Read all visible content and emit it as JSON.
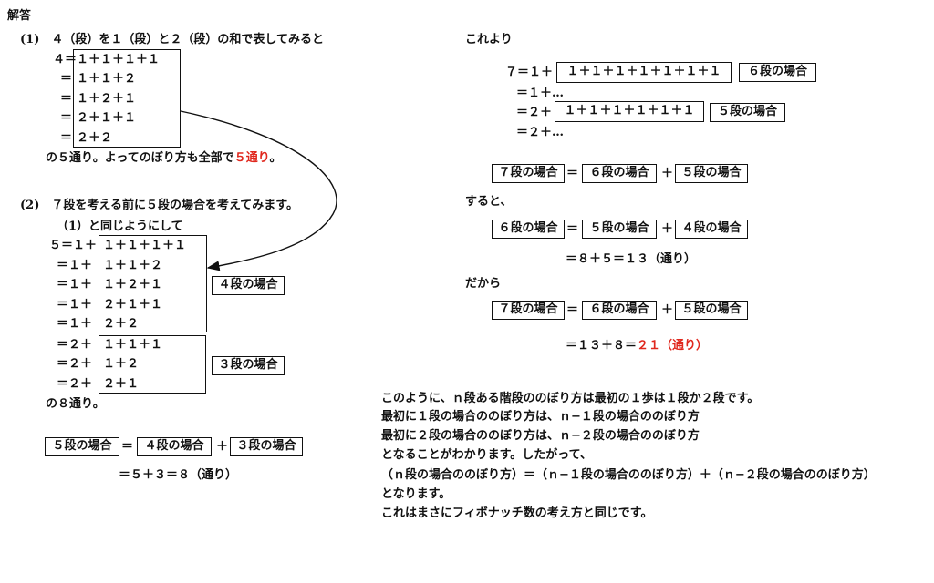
{
  "heading": "解答",
  "part1": {
    "title": "(1)　４（段）を１（段）と２（段）の和で表してみると",
    "lead": "４＝",
    "eq": "＝",
    "rows": [
      "１＋１＋１＋１",
      "１＋１＋２",
      "１＋２＋１",
      "２＋１＋１",
      "２＋２"
    ],
    "result_prefix": "の５通り。よってのぼり方も全部で",
    "result_red": "５通り",
    "result_suffix": "。"
  },
  "part2": {
    "title": "(2)　７段を考える前に５段の場合を考えてみます。",
    "subtitle": "（1）と同じようにして",
    "lead": "５＝１＋",
    "mid1": "＝１＋",
    "mid2": "＝２＋",
    "rows_a": [
      "１＋１＋１＋１",
      "１＋１＋２",
      "１＋２＋１",
      "２＋１＋１",
      "２＋２"
    ],
    "rows_b": [
      "１＋１＋１",
      "１＋２",
      "２＋１"
    ],
    "label_a": "４段の場合",
    "label_b": "３段の場合",
    "count": "の８通り。",
    "sum_left": "５段の場合",
    "sum_eq": "＝",
    "sum_mid": "４段の場合",
    "sum_plus": "＋",
    "sum_right": "３段の場合",
    "sum_result": "＝５＋３＝８（通り）"
  },
  "right": {
    "intro": "これより",
    "line1_lead": "７＝１＋",
    "line1_box": "１＋１＋１＋１＋１＋１＋１",
    "line1_label": "６段の場合",
    "line2": "＝１＋…",
    "line3_lead": "＝２＋",
    "line3_box": "１＋１＋１＋１＋１＋１",
    "line3_label": "５段の場合",
    "line4": "＝２＋…",
    "eq1": [
      "７段の場合",
      "＝",
      "６段の場合",
      "＋",
      "５段の場合"
    ],
    "then": "すると、",
    "eq2": [
      "６段の場合",
      "＝",
      "５段の場合",
      "＋",
      "４段の場合"
    ],
    "eq2_result": "＝８＋５＝１３（通り）",
    "so": "だから",
    "eq3": [
      "７段の場合",
      "＝",
      "６段の場合",
      "＋",
      "５段の場合"
    ],
    "eq3_prefix": "＝１３＋８＝",
    "eq3_red": "２１（通り）"
  },
  "conclusion": [
    "このように、ｎ段ある階段ののぼり方は最初の１歩は１段か２段です。",
    "最初に１段の場合ののぼり方は、ｎ−１段の場合ののぼり方",
    "最初に２段の場合ののぼり方は、ｎ−２段の場合ののぼり方",
    "となることがわかります。したがって、",
    "（ｎ段の場合ののぼり方）＝（ｎ−１段の場合ののぼり方）＋（ｎ−２段の場合ののぼり方）",
    "となります。",
    "これはまさにフィボナッチ数の考え方と同じです。"
  ]
}
